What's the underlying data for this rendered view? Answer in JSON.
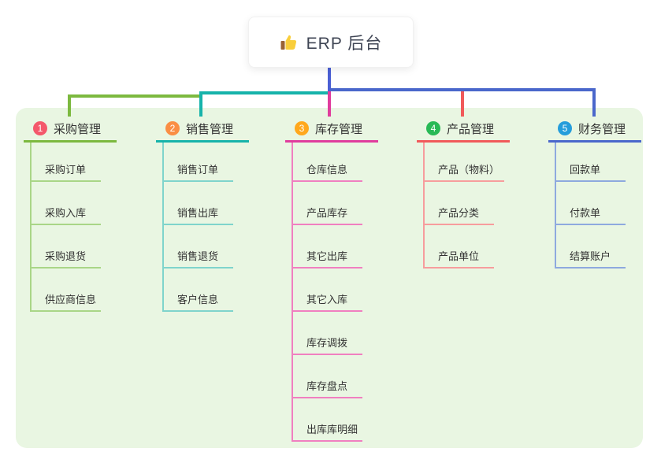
{
  "root": {
    "title": "ERP 后台",
    "icon": "thumbs-up-icon"
  },
  "colors": {
    "page_bg": "#ffffff",
    "board_bg": "#e9f6e2",
    "title_text": "#3f4554",
    "node_text": "#333333",
    "main_stem": "#4a5fd4"
  },
  "branches": [
    {
      "num": "1",
      "label": "采购管理",
      "circle_color": "#f4586b",
      "line_color": "#7cb93f",
      "child_line_color": "#a9d687",
      "children": [
        "采购订单",
        "采购入库",
        "采购退货",
        "供应商信息"
      ]
    },
    {
      "num": "2",
      "label": "销售管理",
      "circle_color": "#fa8e44",
      "line_color": "#16b3aa",
      "child_line_color": "#7fd4cc",
      "children": [
        "销售订单",
        "销售出库",
        "销售退货",
        "客户信息"
      ]
    },
    {
      "num": "3",
      "label": "库存管理",
      "circle_color": "#ffa81c",
      "line_color": "#e03c9d",
      "child_line_color": "#f07fc0",
      "children": [
        "仓库信息",
        "产品库存",
        "其它出库",
        "其它入库",
        "库存调拨",
        "库存盘点",
        "出库库明细"
      ]
    },
    {
      "num": "4",
      "label": "产品管理",
      "circle_color": "#28b956",
      "line_color": "#f15a5a",
      "child_line_color": "#f79d9d",
      "children": [
        "产品（物料）",
        "产品分类",
        "产品单位"
      ]
    },
    {
      "num": "5",
      "label": "财务管理",
      "circle_color": "#259ddb",
      "line_color": "#4a67cb",
      "child_line_color": "#8ea9de",
      "children": [
        "回款单",
        "付款单",
        "结算账户"
      ]
    }
  ]
}
